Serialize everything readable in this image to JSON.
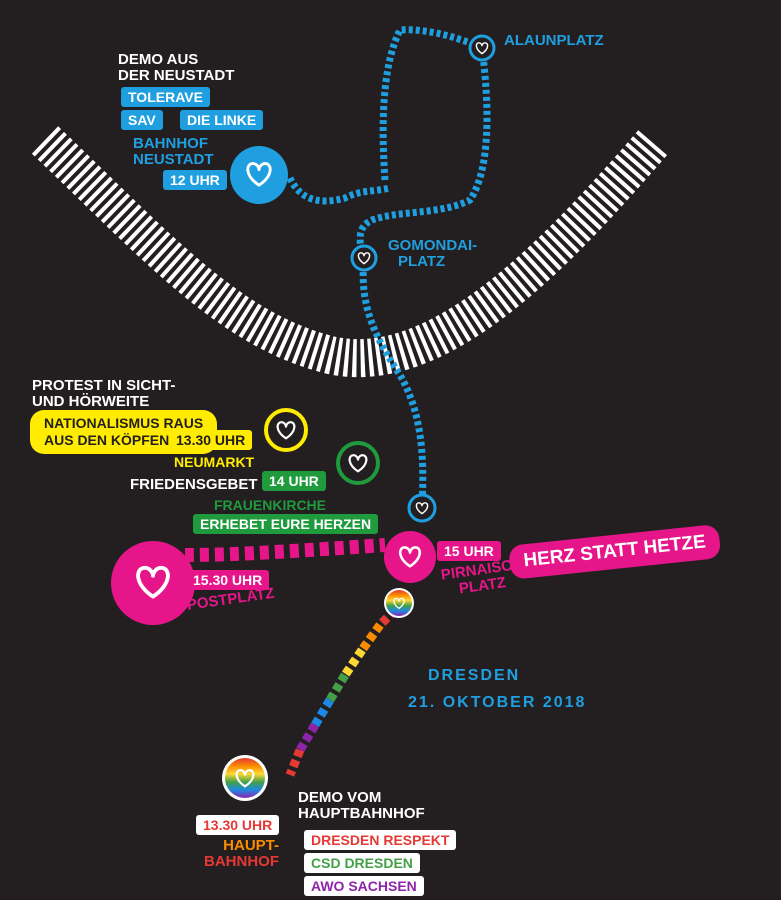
{
  "colors": {
    "background": "#231f20",
    "blue": "#1f9fe0",
    "pink": "#e6168a",
    "yellow": "#ffec00",
    "green": "#1f9a3c",
    "white": "#ffffff",
    "river": "#ffffff"
  },
  "icons": {
    "stop": "heart-icon",
    "rainbow_stop": "rainbow-heart-icon"
  },
  "neustadt": {
    "heading_line1": "DEMO AUS",
    "heading_line2": "DER NEUSTADT",
    "tags": [
      "TOLERAVE",
      "SAV",
      "DIE LINKE"
    ],
    "station_line1": "BAHNHOF",
    "station_line2": "NEUSTADT",
    "time": "12 UHR"
  },
  "alaunplatz": {
    "label": "ALAUNPLATZ"
  },
  "gomondai": {
    "label_line1": "GOMONDAI-",
    "label_line2": "PLATZ"
  },
  "protest": {
    "heading_line1": "PROTEST IN SICHT-",
    "heading_line2": "UND HÖRWEITE",
    "slogan_line1": "NATIONALISMUS RAUS",
    "slogan_line2": "AUS DEN KÖPFEN",
    "time": "13.30 UHR",
    "place": "NEUMARKT"
  },
  "friedensgebet": {
    "heading": "FRIEDENSGEBET",
    "time": "14 UHR",
    "place": "FRAUENKIRCHE",
    "slogan": "ERHEBET EURE HERZEN"
  },
  "postplatz": {
    "time": "15.30 UHR",
    "place": "POSTPLATZ"
  },
  "pirnaischer": {
    "time": "15 UHR",
    "place_line1": "PIRNAISCHER",
    "place_line2": "PLATZ",
    "slogan": "HERZ STATT HETZE"
  },
  "event": {
    "city": "DRESDEN",
    "date": "21. OKTOBER 2018"
  },
  "hauptbahnhof": {
    "time": "13.30 UHR",
    "place_line1": "HAUPT-",
    "place_line2": "BAHNHOF",
    "heading_line1": "DEMO VOM",
    "heading_line2": "HAUPTBAHNHOF",
    "tags": [
      "DRESDEN RESPEKT",
      "CSD DRESDEN",
      "AWO SACHSEN"
    ]
  }
}
